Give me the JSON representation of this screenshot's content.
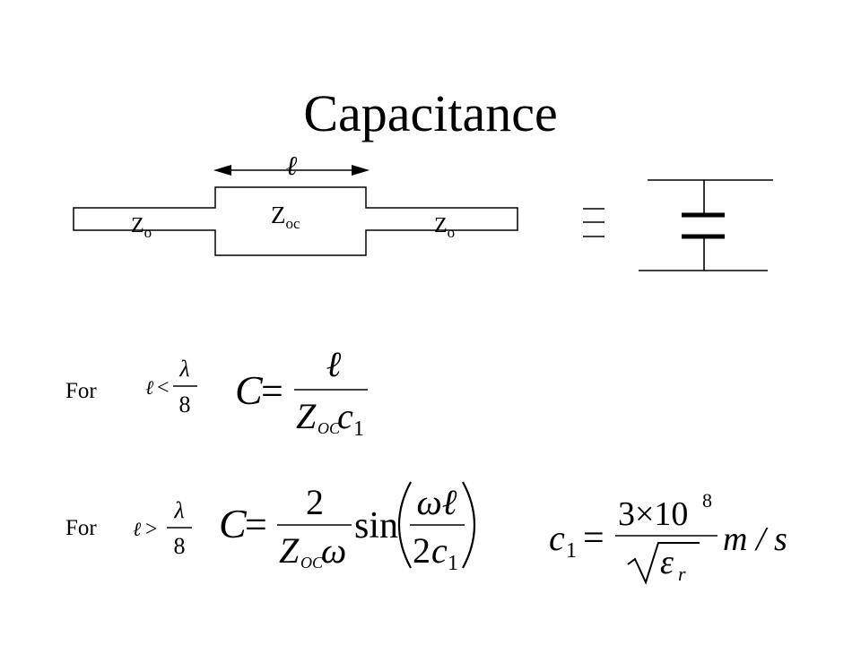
{
  "title": "Capacitance",
  "diagram": {
    "length_symbol": "ℓ",
    "z_main": "Z",
    "z_main_sub": "oc",
    "z_left": "Z",
    "z_left_sub": "o",
    "z_right": "Z",
    "z_right_sub": "o"
  },
  "condition1": {
    "for_label": "For",
    "ell": "ℓ",
    "relation": "<",
    "num": "λ",
    "den": "8"
  },
  "formula1": {
    "lhs": "C",
    "eq": "=",
    "num": "ℓ",
    "den_z": "Z",
    "den_zsub": "OC",
    "den_c": "c",
    "den_csub": "1"
  },
  "condition2": {
    "for_label": "For",
    "ell": "ℓ",
    "relation": ">",
    "num": "λ",
    "den": "8"
  },
  "formula2": {
    "lhs": "C",
    "eq": "=",
    "num": "2",
    "den_z": "Z",
    "den_zsub": "OC",
    "den_omega": "ω",
    "func": "sin",
    "arg_num": "ωℓ",
    "arg_den_coef": "2",
    "arg_den_c": "c",
    "arg_den_csub": "1"
  },
  "formula3": {
    "lhs": "c",
    "lhs_sub": "1",
    "eq": "=",
    "num_base": "3×10",
    "num_exp": "8",
    "den_eps": "ε",
    "den_epssub": "r",
    "unit": "m / s"
  }
}
